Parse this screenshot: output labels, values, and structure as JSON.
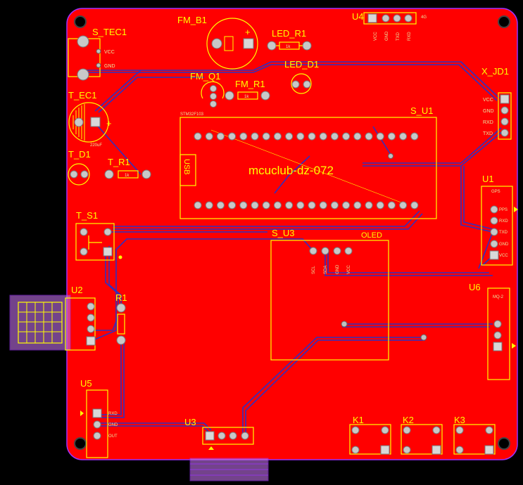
{
  "board": {
    "title_silk": "mcuclub-dz-072",
    "mcu_part": "STM32F103",
    "usb_label": "USB"
  },
  "designators": {
    "s_tec1": "S_TEC1",
    "fm_b1": "FM_B1",
    "u4": "U4",
    "led_r1": "LED_R1",
    "led_d1": "LED_D1",
    "fm_q1": "FM_Q1",
    "fm_r1": "FM_R1",
    "x_jd1": "X_JD1",
    "t_ec1": "T_EC1",
    "s_u1": "S_U1",
    "t_d1": "T_D1",
    "t_r1": "T_R1",
    "u1": "U1",
    "t_s1": "T_S1",
    "s_u3": "S_U3",
    "u2": "U2",
    "r1": "R1",
    "u6": "U6",
    "u5": "U5",
    "u3": "U3",
    "k1": "K1",
    "k2": "K2",
    "k3": "K3",
    "oled": "OLED"
  },
  "pin_labels": {
    "s_tec1": [
      "VCC",
      "GND"
    ],
    "u4": [
      "VCC",
      "GND",
      "TXD",
      "RXD"
    ],
    "u4_module": "4G",
    "x_jd1": [
      "VCC",
      "GND",
      "RXD",
      "TXD"
    ],
    "u1": [
      "PPS",
      "RXD",
      "TXD",
      "GND",
      "VCC"
    ],
    "u1_module": "GPS",
    "u5": [
      "RXD",
      "GND",
      "OUT"
    ],
    "u6_module": "MQ-2",
    "oled": [
      "SCL",
      "SDA",
      "GND",
      "VCC"
    ]
  },
  "component_values": {
    "led_r1": "1k",
    "fm_r1": "1k",
    "t_r1": "1k",
    "t_ec1": "220uF",
    "fm_b1_polarity": "+",
    "t_ec1_polarity": "+"
  },
  "colors": {
    "board": "#ff0000",
    "silkscreen": "#ffff00",
    "track": "#3030c0",
    "outline": "#9b30ff",
    "pad": "#c8c8c8"
  }
}
